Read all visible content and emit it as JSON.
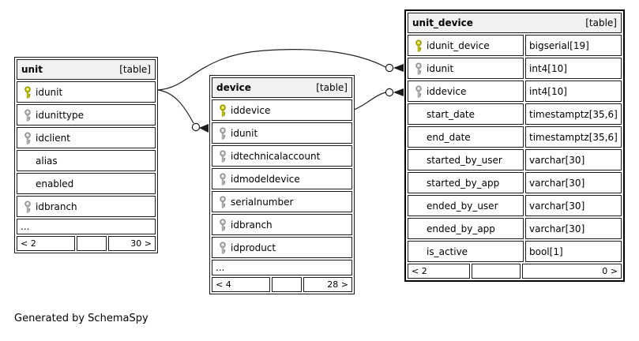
{
  "credit": "Generated by SchemaSpy",
  "tables": {
    "unit": {
      "title": "unit",
      "tag": "[table]",
      "columns": [
        {
          "name": "idunit",
          "key": "primary"
        },
        {
          "name": "idunittype",
          "key": "foreign"
        },
        {
          "name": "idclient",
          "key": "foreign"
        },
        {
          "name": "alias",
          "key": "none"
        },
        {
          "name": "enabled",
          "key": "none"
        },
        {
          "name": "idbranch",
          "key": "foreign"
        }
      ],
      "ellipsis": "...",
      "pager": {
        "prev": "< 2",
        "mid": "",
        "next": "30 >"
      }
    },
    "device": {
      "title": "device",
      "tag": "[table]",
      "columns": [
        {
          "name": "iddevice",
          "key": "primary"
        },
        {
          "name": "idunit",
          "key": "foreign"
        },
        {
          "name": "idtechnicalaccount",
          "key": "foreign"
        },
        {
          "name": "idmodeldevice",
          "key": "foreign"
        },
        {
          "name": "serialnumber",
          "key": "foreign"
        },
        {
          "name": "idbranch",
          "key": "foreign"
        },
        {
          "name": "idproduct",
          "key": "foreign"
        }
      ],
      "ellipsis": "...",
      "pager": {
        "prev": "< 4",
        "mid": "",
        "next": "28 >"
      }
    },
    "unit_device": {
      "title": "unit_device",
      "tag": "[table]",
      "columns": [
        {
          "name": "idunit_device",
          "type": "bigserial[19]",
          "key": "primary"
        },
        {
          "name": "idunit",
          "type": "int4[10]",
          "key": "foreign"
        },
        {
          "name": "iddevice",
          "type": "int4[10]",
          "key": "foreign"
        },
        {
          "name": "start_date",
          "type": "timestamptz[35,6]",
          "key": "none"
        },
        {
          "name": "end_date",
          "type": "timestamptz[35,6]",
          "key": "none"
        },
        {
          "name": "started_by_user",
          "type": "varchar[30]",
          "key": "none"
        },
        {
          "name": "started_by_app",
          "type": "varchar[30]",
          "key": "none"
        },
        {
          "name": "ended_by_user",
          "type": "varchar[30]",
          "key": "none"
        },
        {
          "name": "ended_by_app",
          "type": "varchar[30]",
          "key": "none"
        },
        {
          "name": "is_active",
          "type": "bool[1]",
          "key": "none"
        }
      ],
      "pager": {
        "prev": "< 2",
        "mid": "",
        "next": "0 >"
      }
    }
  },
  "relationships": [
    {
      "from": "unit.idunit",
      "to": "unit_device.idunit"
    },
    {
      "from": "unit.idunit",
      "to": "device.idunit"
    },
    {
      "from": "device.iddevice",
      "to": "unit_device.iddevice"
    }
  ],
  "colors": {
    "primary_key": "#e2e200",
    "foreign_key": "#d0d0d0",
    "header_bg": "#f1f1f1",
    "border": "#1c1c1c"
  }
}
